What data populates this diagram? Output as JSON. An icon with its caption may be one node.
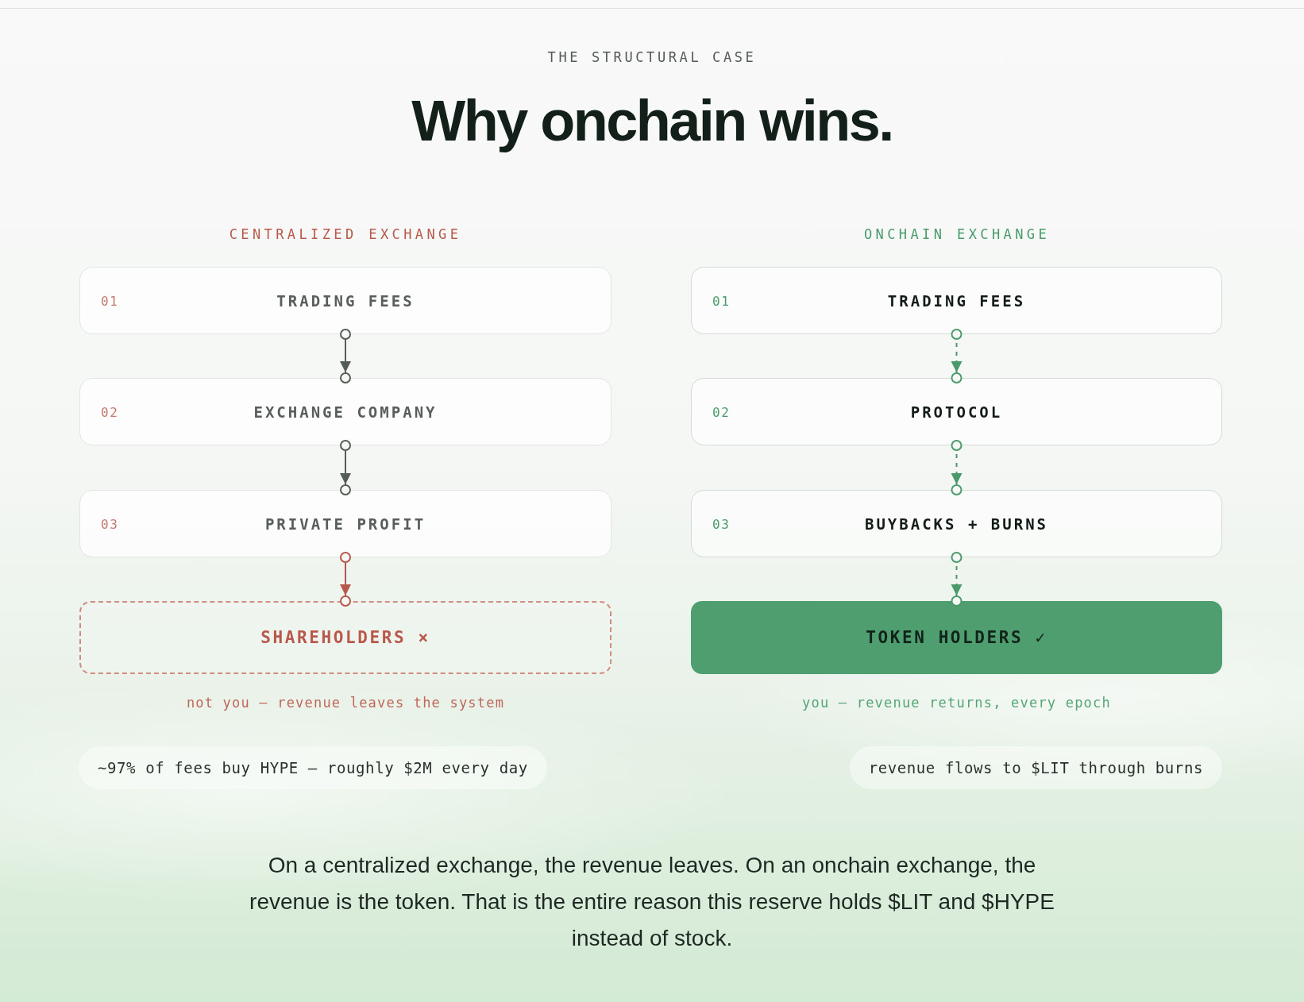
{
  "diagram": {
    "title": "Why onchain wins.",
    "caption": "On a centralized exchange, the revenue leaves. On an onchain exchange, the revenue is the token. That is the entire reason this reserve holds $LIT and $HYPE instead of stock.",
    "nodes": [
      {
        "text": [
          "01",
          "TRADING FEES"
        ]
      },
      {
        "text": [
          "02",
          "EXCHANGE COMPANY"
        ]
      },
      {
        "text": [
          "03",
          "PRIVATE PROFIT"
        ]
      },
      {
        "text": [
          "SHAREHOLDERS ×"
        ],
        "beside": [
          "not you — revenue leaves the system"
        ]
      },
      {
        "text": [
          "01",
          "TRADING FEES"
        ]
      },
      {
        "text": [
          "02",
          "PROTOCOL"
        ]
      },
      {
        "text": [
          "03",
          "BUYBACKS + BURNS"
        ]
      },
      {
        "text": [
          "TOKEN HOLDERS ✓"
        ],
        "beside": [
          "you — revenue returns, every epoch"
        ]
      },
      {
        "text": [
          "~97% of fees buy HYPE — roughly $2M every day"
        ]
      },
      {
        "text": [
          "revenue flows to $LIT through burns"
        ]
      }
    ],
    "edges": [
      {
        "from": 0,
        "to": 1,
        "arrow": "to",
        "color": "#555d59"
      },
      {
        "from": 1,
        "to": 2,
        "arrow": "to",
        "color": "#555d59"
      },
      {
        "from": 2,
        "to": 3,
        "arrow": "to",
        "color": "#b5574a"
      },
      {
        "from": 4,
        "to": 5,
        "arrow": "to",
        "style": "dashed"
      },
      {
        "from": 5,
        "to": 6,
        "arrow": "to",
        "style": "dashed"
      },
      {
        "from": 6,
        "to": 7,
        "arrow": "to",
        "style": "dashed"
      }
    ],
    "labels": [
      "THE STRUCTURAL CASE",
      "CENTRALIZED EXCHANGE",
      "ONCHAIN EXCHANGE"
    ]
  }
}
